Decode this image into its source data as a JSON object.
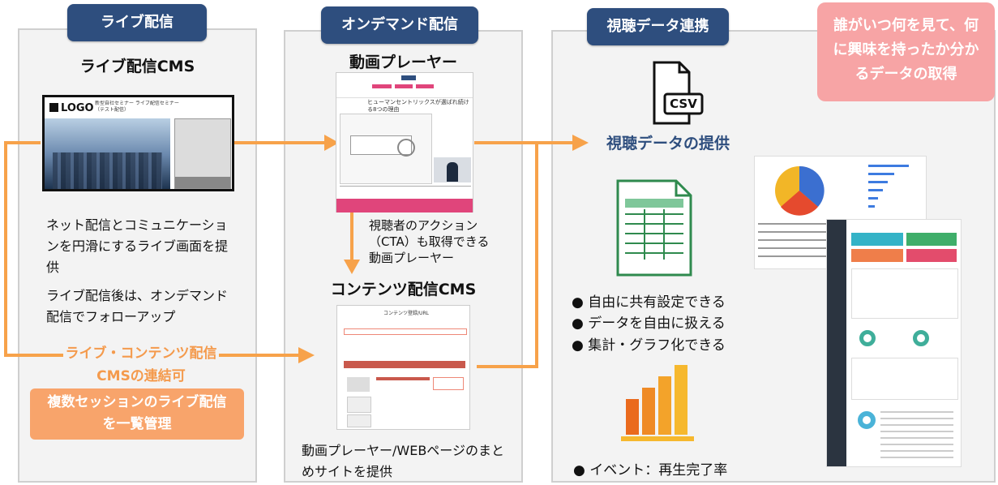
{
  "live": {
    "tab": "ライブ配信",
    "heading": "ライブ配信CMS",
    "logo": "LOGO",
    "screen_title": "新型自社セミナー ライブ配信セミナー（テスト配信）",
    "desc1": "ネット配信とコミュニケーションを円滑にするライブ画面を提供",
    "desc2": "ライブ配信後は、オンデマンド配信でフォローアップ",
    "link_text": "ライブ・コンテンツ配信CMSの連結可",
    "pill": "複数セッションのライブ配信を一覧管理"
  },
  "ondemand": {
    "tab": "オンデマンド配信",
    "player_heading": "動画プレーヤー",
    "player_title": "ヒューマンセントリックスが選ばれ続ける8つの理由",
    "player_desc": "視聴者のアクション（CTA）も取得できる動画プレーヤー",
    "cms_heading": "コンテンツ配信CMS",
    "cms_page_title": "コンテンツ登録/URL",
    "cms_desc": "動画プレーヤー/WEBページのまとめサイトを提供"
  },
  "data": {
    "tab": "視聴データ連携",
    "csv_label": "CSV",
    "provide_heading": "視聴データの提供",
    "bullets": [
      "自由に共有設定できる",
      "データを自由に扱える",
      "集計・グラフ化できる"
    ],
    "event_bullet": "イベント：再生完了率",
    "callout": "誰がいつ何を見て、何に興味を持ったか分かるデータの取得"
  },
  "colors": {
    "tab_blue": "#2e4e7e",
    "arrow_orange": "#f7a24a",
    "pill_orange": "#f8a46b",
    "callout_pink": "#f7a4a5",
    "excel_green": "#2f8a4e"
  }
}
